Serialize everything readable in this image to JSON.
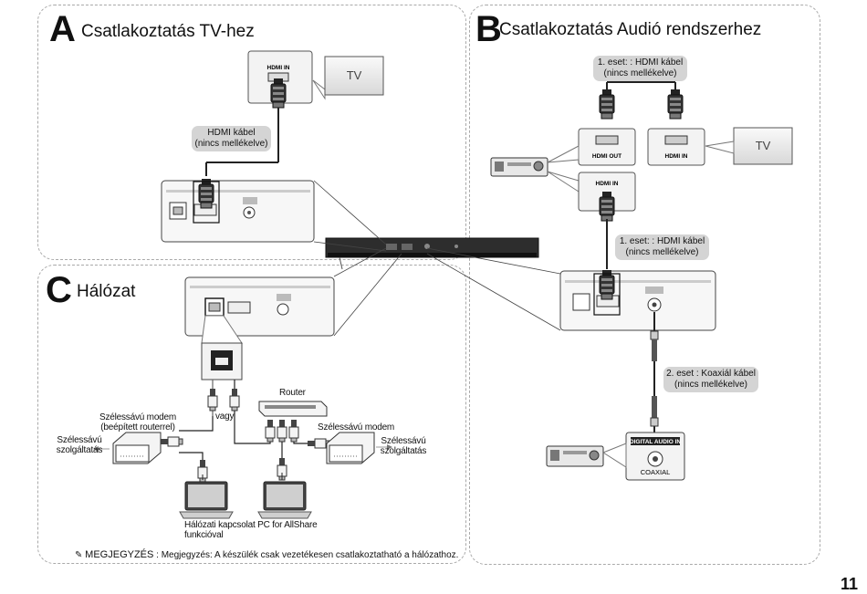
{
  "page_number": "11",
  "sections": {
    "a": {
      "letter": "A",
      "title": "Csatlakoztatás TV-hez"
    },
    "b": {
      "letter": "B",
      "title": "Csatlakoztatás Audió rendszerhez"
    },
    "c": {
      "letter": "C",
      "title": "Hálózat"
    }
  },
  "tv_label": "TV",
  "hdmi_in": "HDMI IN",
  "hdmi_out": "HDMI OUT",
  "hdmi_cable_line1": "HDMI kábel",
  "hdmi_cable_line2": "(nincs mellékelve)",
  "case1_line1": "1. eset: : HDMI kábel",
  "case1_line2": "(nincs mellékelve)",
  "case2_line1": "2. eset : Koaxiál kábel",
  "case2_line2": "(nincs mellékelve)",
  "digital_audio_in": "DIGITAL AUDIO IN",
  "coaxial": "COAXIAL",
  "router": "Router",
  "vagy": "vagy",
  "modem_builtin_line1": "Szélessávú modem",
  "modem_builtin_line2": "(beépített routerrel)",
  "service_line1": "Szélessávú",
  "service_line2": "szolgáltatás",
  "modem": "Szélessávú modem",
  "pc_line1": "Hálózati kapcsolat PC for AllShare",
  "pc_line2": "funkcióval",
  "note_label": "MEGJEGYZÉS",
  "note_text": " : Megjegyzés: A készülék csak vezetékesen csatlakoztatható a hálózathoz.",
  "note_icon": "pencil-icon",
  "colors": {
    "panel_border": "#a9a9a9",
    "callout_gray": "#d4d4d4",
    "ink": "#111111"
  }
}
